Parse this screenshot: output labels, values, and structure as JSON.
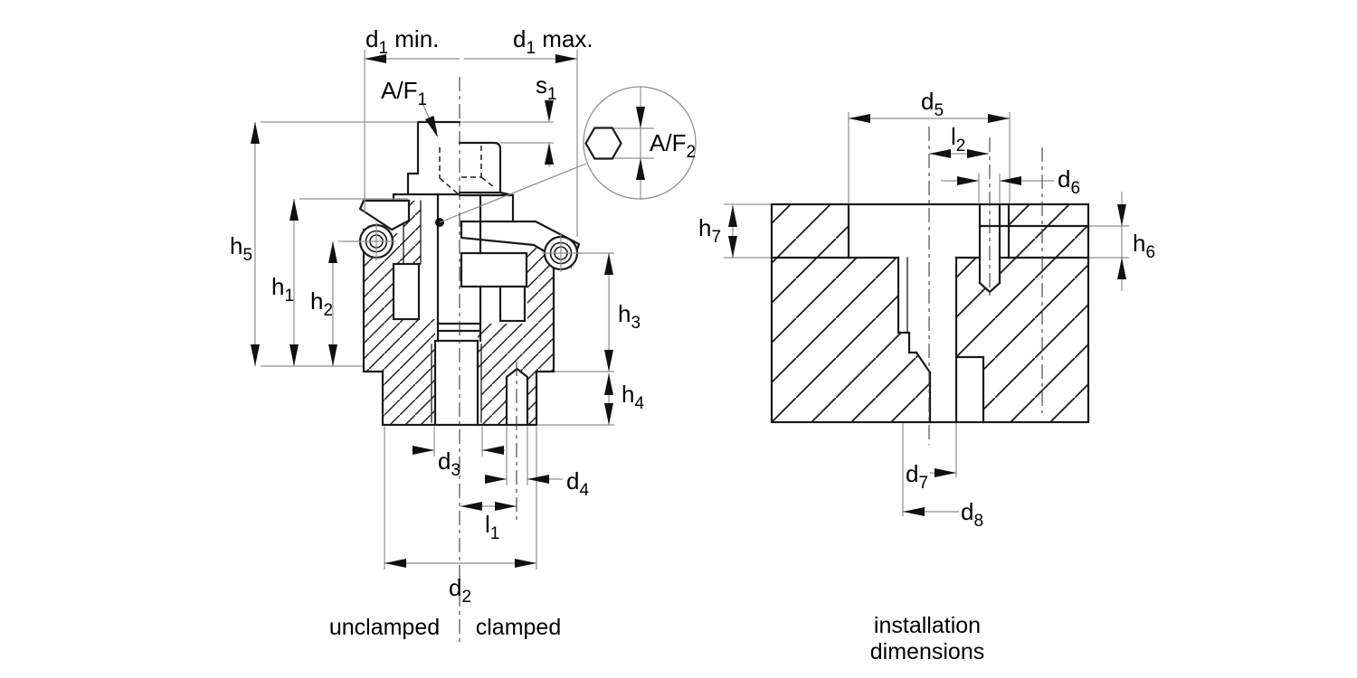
{
  "drawing": {
    "colors": {
      "object_line": "#1a1a1a",
      "dimension_line": "#8f8f8f",
      "text": "#000000",
      "background": "#ffffff"
    },
    "left_view": {
      "caption_left": "unclamped",
      "caption_right": "clamped",
      "dims": {
        "d1min": {
          "base": "d",
          "sub": "1",
          "suffix": " min."
        },
        "d1max": {
          "base": "d",
          "sub": "1",
          "suffix": " max."
        },
        "s1": {
          "base": "s",
          "sub": "1",
          "suffix": ""
        },
        "af1": {
          "base": "A/F",
          "sub": "1",
          "suffix": ""
        },
        "af2": {
          "base": "A/F",
          "sub": "2",
          "suffix": ""
        },
        "h1": {
          "base": "h",
          "sub": "1",
          "suffix": ""
        },
        "h2": {
          "base": "h",
          "sub": "2",
          "suffix": ""
        },
        "h3": {
          "base": "h",
          "sub": "3",
          "suffix": ""
        },
        "h4": {
          "base": "h",
          "sub": "4",
          "suffix": ""
        },
        "h5": {
          "base": "h",
          "sub": "5",
          "suffix": ""
        },
        "d2": {
          "base": "d",
          "sub": "2",
          "suffix": ""
        },
        "d3": {
          "base": "d",
          "sub": "3",
          "suffix": ""
        },
        "d4": {
          "base": "d",
          "sub": "4",
          "suffix": ""
        },
        "l1": {
          "base": "l",
          "sub": "1",
          "suffix": ""
        }
      }
    },
    "right_view": {
      "caption_line1": "installation",
      "caption_line2": "dimensions",
      "dims": {
        "d5": {
          "base": "d",
          "sub": "5",
          "suffix": ""
        },
        "d6": {
          "base": "d",
          "sub": "6",
          "suffix": ""
        },
        "d7": {
          "base": "d",
          "sub": "7",
          "suffix": ""
        },
        "d8": {
          "base": "d",
          "sub": "8",
          "suffix": ""
        },
        "h6": {
          "base": "h",
          "sub": "6",
          "suffix": ""
        },
        "h7": {
          "base": "h",
          "sub": "7",
          "suffix": ""
        },
        "l2": {
          "base": "l",
          "sub": "2",
          "suffix": ""
        }
      }
    }
  }
}
